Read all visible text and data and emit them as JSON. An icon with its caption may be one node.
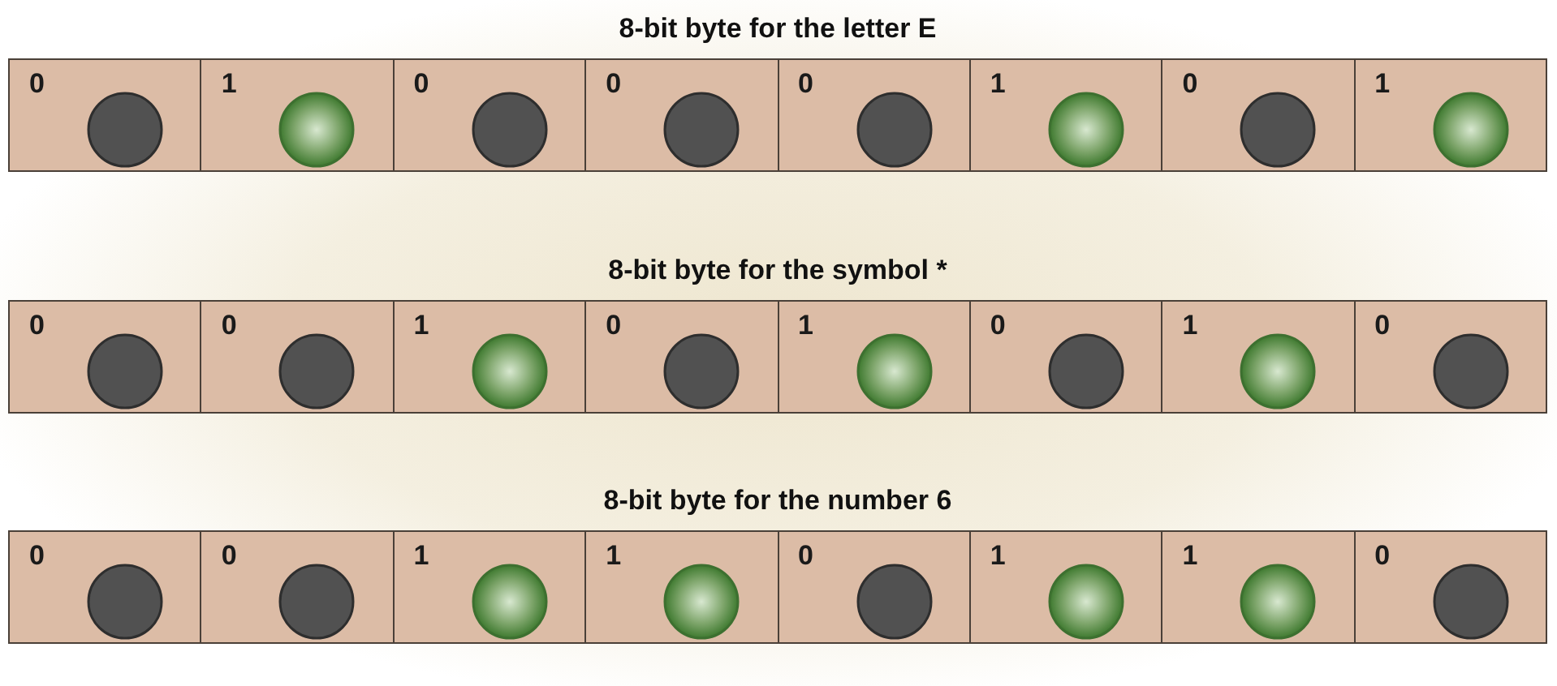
{
  "diagram": {
    "nodes": [
      {
        "text": [
          "8-bit byte for the letter E"
        ]
      },
      {
        "text": [
          "0"
        ],
        "in": 0
      },
      {
        "text": [
          "1"
        ],
        "in": 0
      },
      {
        "text": [
          "0"
        ],
        "in": 0
      },
      {
        "text": [
          "0"
        ],
        "in": 0
      },
      {
        "text": [
          "0"
        ],
        "in": 0
      },
      {
        "text": [
          "1"
        ],
        "in": 0
      },
      {
        "text": [
          "0"
        ],
        "in": 0
      },
      {
        "text": [
          "1"
        ],
        "in": 0
      },
      {
        "text": [
          "8-bit byte for the symbol *"
        ]
      },
      {
        "text": [
          "0"
        ],
        "in": 9
      },
      {
        "text": [
          "0"
        ],
        "in": 9
      },
      {
        "text": [
          "1"
        ],
        "in": 9
      },
      {
        "text": [
          "0"
        ],
        "in": 9
      },
      {
        "text": [
          "1"
        ],
        "in": 9
      },
      {
        "text": [
          "0"
        ],
        "in": 9
      },
      {
        "text": [
          "1"
        ],
        "in": 9
      },
      {
        "text": [
          "0"
        ],
        "in": 9
      },
      {
        "text": [
          "8-bit byte for the number 6"
        ]
      },
      {
        "text": [
          "0"
        ],
        "in": 18
      },
      {
        "text": [
          "0"
        ],
        "in": 18
      },
      {
        "text": [
          "1"
        ],
        "in": 18
      },
      {
        "text": [
          "1"
        ],
        "in": 18
      },
      {
        "text": [
          "0"
        ],
        "in": 18
      },
      {
        "text": [
          "1"
        ],
        "in": 18
      },
      {
        "text": [
          "1"
        ],
        "in": 18
      },
      {
        "text": [
          "0"
        ],
        "in": 18
      }
    ]
  }
}
